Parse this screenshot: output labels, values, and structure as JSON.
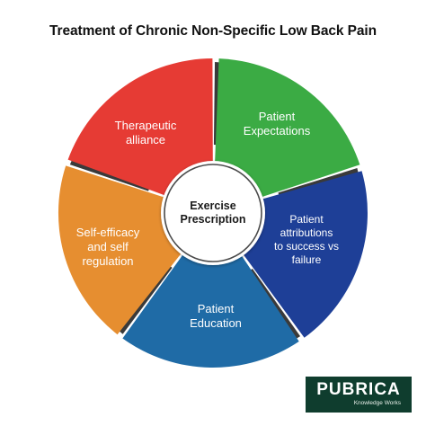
{
  "title": "Treatment of Chronic Non-Specific Low Back Pain",
  "center": {
    "line1": "Exercise",
    "line2": "Prescription"
  },
  "segments": [
    {
      "id": "therapeutic-alliance",
      "lines": [
        "Therapeutic",
        "alliance"
      ],
      "color": "#e63b34"
    },
    {
      "id": "patient-expectations",
      "lines": [
        "Patient",
        "Expectations"
      ],
      "color": "#3bab44"
    },
    {
      "id": "patient-attributions",
      "lines": [
        "Patient",
        "attributions",
        "to success vs",
        "failure"
      ],
      "color": "#1e3f97"
    },
    {
      "id": "patient-education",
      "lines": [
        "Patient",
        "Education"
      ],
      "color": "#1f6ba6"
    },
    {
      "id": "self-efficacy",
      "lines": [
        "Self-efficacy",
        "and self",
        "regulation"
      ],
      "color": "#e68e30"
    }
  ],
  "logo": {
    "name": "PUBRICA",
    "tagline": "Knowledge Works"
  }
}
